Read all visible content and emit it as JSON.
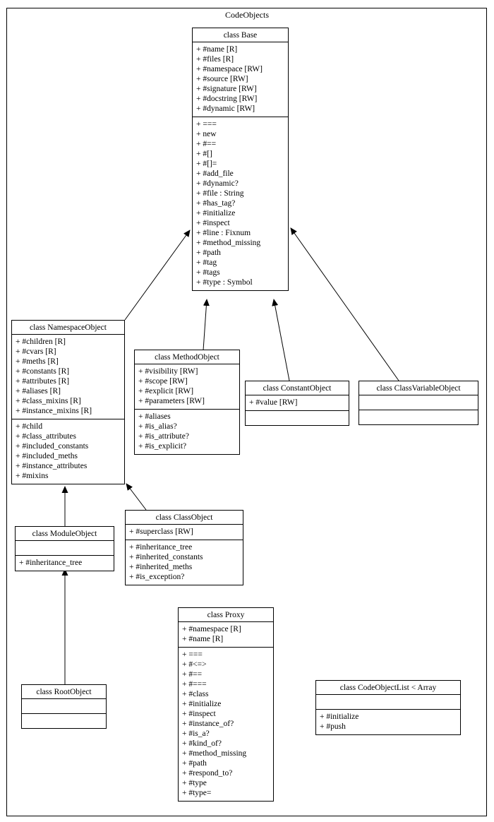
{
  "diagram": {
    "cluster_label": "CodeObjects",
    "type": "uml-class-diagram",
    "colors": {
      "border": "#000000",
      "background": "#ffffff",
      "text": "#000000"
    }
  },
  "classes": {
    "base": {
      "title": "class Base",
      "attributes": [
        "+ #name [R]",
        "+ #files [R]",
        "+ #namespace [RW]",
        "+ #source [RW]",
        "+ #signature [RW]",
        "+ #docstring [RW]",
        "+ #dynamic [RW]"
      ],
      "methods": [
        "+ ===",
        "+ new",
        "+ #==",
        "+ #[]",
        "+ #[]=",
        "+ #add_file",
        "+ #dynamic?",
        "+ #file : String",
        "+ #has_tag?",
        "+ #initialize",
        "+ #inspect",
        "+ #line : Fixnum",
        "+ #method_missing",
        "+ #path",
        "+ #tag",
        "+ #tags",
        "+ #type : Symbol"
      ]
    },
    "namespace_object": {
      "title": "class NamespaceObject",
      "attributes": [
        "+ #children [R]",
        "+ #cvars [R]",
        "+ #meths [R]",
        "+ #constants [R]",
        "+ #attributes [R]",
        "+ #aliases [R]",
        "+ #class_mixins [R]",
        "+ #instance_mixins [R]"
      ],
      "methods": [
        "+ #child",
        "+ #class_attributes",
        "+ #included_constants",
        "+ #included_meths",
        "+ #instance_attributes",
        "+ #mixins"
      ]
    },
    "method_object": {
      "title": "class MethodObject",
      "attributes": [
        "+ #visibility [RW]",
        "+ #scope [RW]",
        "+ #explicit [RW]",
        "+ #parameters [RW]"
      ],
      "methods": [
        "+ #aliases",
        "+ #is_alias?",
        "+ #is_attribute?",
        "+ #is_explicit?"
      ]
    },
    "constant_object": {
      "title": "class ConstantObject",
      "attributes": [
        "+ #value [RW]"
      ],
      "methods": []
    },
    "class_variable_object": {
      "title": "class ClassVariableObject",
      "attributes": [],
      "methods": []
    },
    "module_object": {
      "title": "class ModuleObject",
      "attributes": [],
      "methods": [
        "+ #inheritance_tree"
      ]
    },
    "class_object": {
      "title": "class ClassObject",
      "attributes": [
        "+ #superclass [RW]"
      ],
      "methods": [
        "+ #inheritance_tree",
        "+ #inherited_constants",
        "+ #inherited_meths",
        "+ #is_exception?"
      ]
    },
    "root_object": {
      "title": "class RootObject",
      "attributes": [],
      "methods": []
    },
    "proxy": {
      "title": "class Proxy",
      "attributes": [
        "+ #namespace [R]",
        "+ #name [R]"
      ],
      "methods": [
        "+ ===",
        "+ #<=>",
        "+ #==",
        "+ #===",
        "+ #class",
        "+ #initialize",
        "+ #inspect",
        "+ #instance_of?",
        "+ #is_a?",
        "+ #kind_of?",
        "+ #method_missing",
        "+ #path",
        "+ #respond_to?",
        "+ #type",
        "+ #type="
      ]
    },
    "code_object_list": {
      "title": "class CodeObjectList < Array",
      "attributes": [],
      "methods": [
        "+ #initialize",
        "+ #push"
      ]
    }
  },
  "edges": [
    {
      "from": "NamespaceObject",
      "to": "Base"
    },
    {
      "from": "MethodObject",
      "to": "Base"
    },
    {
      "from": "ConstantObject",
      "to": "Base"
    },
    {
      "from": "ClassVariableObject",
      "to": "Base"
    },
    {
      "from": "ModuleObject",
      "to": "NamespaceObject"
    },
    {
      "from": "ClassObject",
      "to": "NamespaceObject"
    },
    {
      "from": "RootObject",
      "to": "ModuleObject"
    }
  ]
}
